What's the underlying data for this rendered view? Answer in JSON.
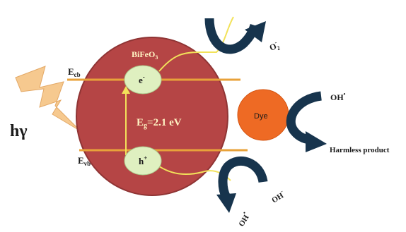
{
  "labels": {
    "light": "hγ",
    "conduction_band": "E",
    "conduction_band_sub": "cb",
    "valence_band": "E",
    "valence_band_sub": "vb",
    "material": "BiFeO",
    "material_sub": "3",
    "electron": "e",
    "electron_sup": "-",
    "hole": "h",
    "hole_sup": "+",
    "bandgap_main": "E",
    "bandgap_sub": "g",
    "bandgap_value": "=2.1 eV",
    "dye": "Dye",
    "superoxide": "O",
    "superoxide_sub": "2",
    "superoxide_sup": "-",
    "hydroxyl_right": "OH",
    "hydroxyl_right_sup": "•",
    "harmless": "Harmless product",
    "hydroxyl_bottom_radical": "OH",
    "hydroxyl_bottom_radical_sup": "•",
    "hydroxyl_ion": "OH",
    "hydroxyl_ion_sup": "-"
  },
  "colors": {
    "particle": "#b54545",
    "particle_edge": "#8f3434",
    "charge_carrier": "#dff0c0",
    "band_line": "#e8a23a",
    "transfer_line": "#f2e25a",
    "dye": "#ee6a24",
    "arrow": "#17344d",
    "lightning": "#f6c98f"
  }
}
